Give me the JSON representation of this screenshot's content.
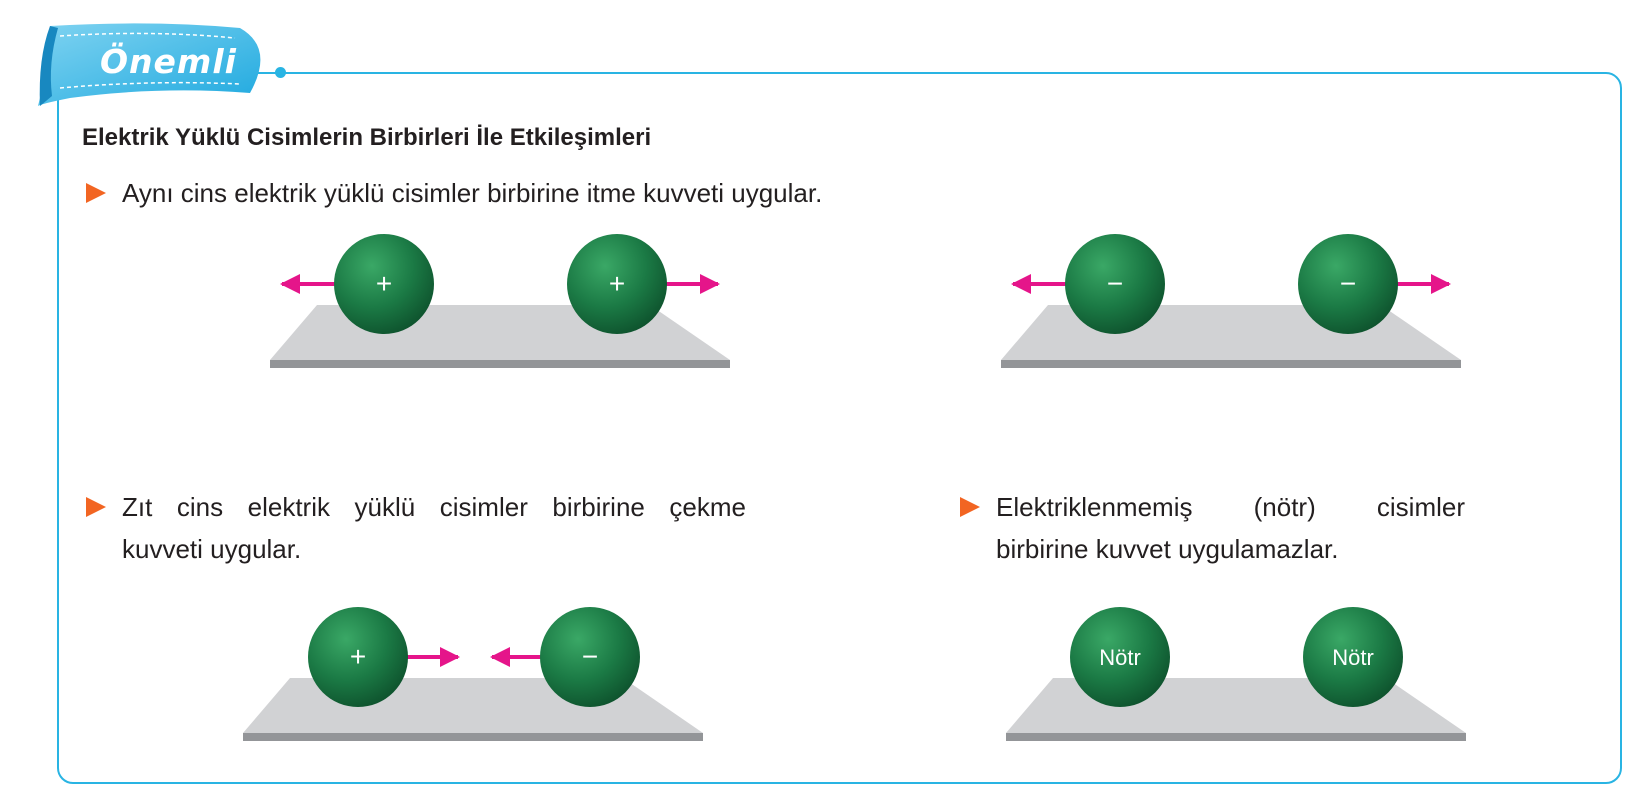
{
  "badge": {
    "label": "Önemli"
  },
  "heading": "Elektrik Yüklü Cisimlerin Birbirleri İle Etkileşimleri",
  "bullets": {
    "same_charge": "Aynı cins elektrik yüklü cisimler birbirine itme kuvveti uygular.",
    "opposite_charge_line1": "Zıt cins elektrik yüklü cisimler birbirine çekme",
    "opposite_charge_line2": "kuvveti uygular.",
    "neutral_line1": "Elektriklenmemiş (nötr) cisimler",
    "neutral_line2": "birbirine kuvvet uygulamazlar."
  },
  "diagrams": {
    "positive_repel": {
      "left_label": "+",
      "right_label": "+"
    },
    "negative_repel": {
      "left_label": "−",
      "right_label": "−"
    },
    "attract": {
      "left_label": "+",
      "right_label": "−"
    },
    "neutral": {
      "left_label": "Nötr",
      "right_label": "Nötr"
    }
  },
  "colors": {
    "frame": "#29b4e3",
    "bullet_arrow": "#f26522",
    "sphere": "#1b7a45",
    "force_arrow": "#e5158a",
    "table_top": "#d1d2d4",
    "table_edge": "#939598"
  }
}
